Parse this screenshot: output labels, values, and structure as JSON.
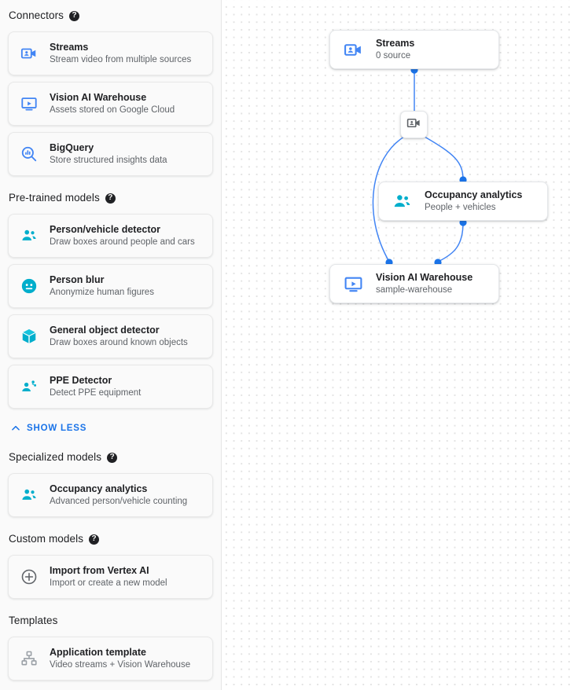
{
  "sidebar": {
    "sections": [
      {
        "title": "Connectors",
        "help": "?",
        "items": [
          {
            "icon": "video-camera-icon",
            "color": "#4285f4",
            "title": "Streams",
            "sub": "Stream video from multiple sources"
          },
          {
            "icon": "monitor-play-icon",
            "color": "#4285f4",
            "title": "Vision AI Warehouse",
            "sub": "Assets stored on Google Cloud"
          },
          {
            "icon": "bigquery-search-icon",
            "color": "#4285f4",
            "title": "BigQuery",
            "sub": "Store structured insights data"
          }
        ]
      },
      {
        "title": "Pre-trained models",
        "help": "?",
        "items": [
          {
            "icon": "people-icon",
            "color": "#00aecc",
            "title": "Person/vehicle detector",
            "sub": "Draw boxes around people and cars"
          },
          {
            "icon": "face-blur-icon",
            "color": "#00aecc",
            "title": "Person blur",
            "sub": "Anonymize human figures"
          },
          {
            "icon": "cube-icon",
            "color": "#00aecc",
            "title": "General object detector",
            "sub": "Draw boxes around known objects"
          },
          {
            "icon": "ppe-person-icon",
            "color": "#00aecc",
            "title": "PPE Detector",
            "sub": "Detect PPE equipment"
          }
        ],
        "show_less_label": "SHOW LESS"
      },
      {
        "title": "Specialized models",
        "help": "?",
        "items": [
          {
            "icon": "people-icon",
            "color": "#00aecc",
            "title": "Occupancy analytics",
            "sub": "Advanced person/vehicle counting"
          }
        ]
      },
      {
        "title": "Custom models",
        "help": "?",
        "items": [
          {
            "icon": "plus-circle-icon",
            "color": "#5f6368",
            "title": "Import from Vertex AI",
            "sub": "Import or create a new model"
          }
        ]
      },
      {
        "title": "Templates",
        "help": "",
        "items": [
          {
            "icon": "hierarchy-icon",
            "color": "#80868b",
            "title": "Application template",
            "sub": "Video streams + Vision Warehouse"
          }
        ]
      }
    ]
  },
  "canvas": {
    "nodes": [
      {
        "id": "streams",
        "icon": "video-camera-icon",
        "color": "#4285f4",
        "title": "Streams",
        "sub": "0 source"
      },
      {
        "id": "occupancy",
        "icon": "people-icon",
        "color": "#00aecc",
        "title": "Occupancy analytics",
        "sub": "People + vehicles"
      },
      {
        "id": "warehouse",
        "icon": "monitor-play-icon",
        "color": "#4285f4",
        "title": "Vision AI Warehouse",
        "sub": "sample-warehouse"
      }
    ],
    "mini_node": {
      "icon": "video-camera-icon",
      "color": "#5f6368"
    },
    "edge_color": "#4285f4",
    "port_color": "#1a73e8"
  }
}
